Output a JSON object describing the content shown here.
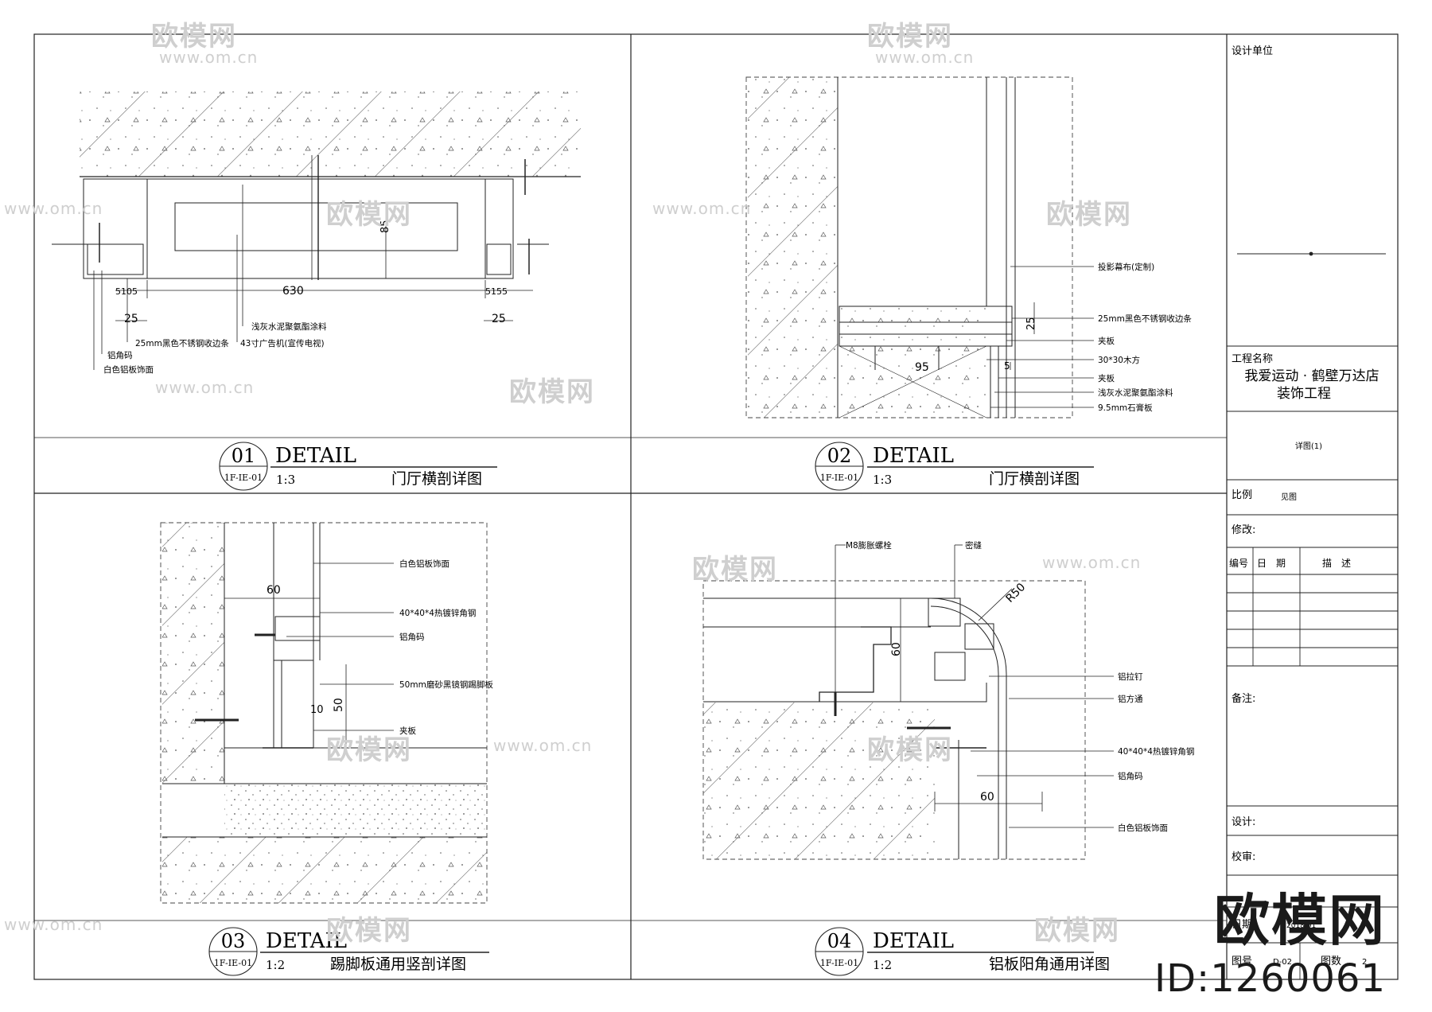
{
  "panels": [
    {
      "num": "01",
      "word": "DETAIL",
      "ref": "1F-IE-01",
      "scale": "1:3",
      "title": "门厅横剖详图"
    },
    {
      "num": "02",
      "word": "DETAIL",
      "ref": "1F-IE-01",
      "scale": "1:3",
      "title": "门厅横剖详图"
    },
    {
      "num": "03",
      "word": "DETAIL",
      "ref": "1F-IE-01",
      "scale": "1:2",
      "title": "踢脚板通用竖剖详图"
    },
    {
      "num": "04",
      "word": "DETAIL",
      "ref": "1F-IE-01",
      "scale": "1:2",
      "title": "铝板阳角通用详图"
    }
  ],
  "detail1": {
    "dims": {
      "d630": "630",
      "d85": "85",
      "d25a": "25",
      "d25b": "25",
      "d_left": "5105",
      "d_right": "5155"
    },
    "labels": [
      "浅灰水泥聚氨酯涂料",
      "43寸广告机(宣传电视)",
      "25mm黑色不锈钢收边条",
      "铝角码",
      "白色铝板饰面"
    ]
  },
  "detail2": {
    "dims": {
      "d25": "25",
      "d95": "95",
      "d5": "5"
    },
    "labels": [
      "投影幕布(定制)",
      "25mm黑色不锈钢收边条",
      "夹板",
      "30*30木方",
      "夹板",
      "浅灰水泥聚氨酯涂料",
      "9.5mm石膏板"
    ]
  },
  "detail3": {
    "dims": {
      "d60": "60",
      "d10": "10",
      "d50": "50"
    },
    "labels": [
      "白色铝板饰面",
      "40*40*4热镀锌角钢",
      "铝角码",
      "50mm磨砂黑镜钢踢脚板",
      "夹板"
    ]
  },
  "detail4": {
    "dims": {
      "d60v": "60",
      "d60h": "60",
      "r50": "R50"
    },
    "labels": [
      "M8膨胀螺栓",
      "密缝",
      "铝拉钉",
      "铝方通",
      "40*40*4热镀锌角钢",
      "铝角码",
      "白色铝板饰面"
    ]
  },
  "titleblock": {
    "design_unit": "设计单位",
    "project_label": "工程名称",
    "project_line1": "我爱运动 · 鹤壁万达店",
    "project_line2": "装饰工程",
    "sheet_name": "详图(1)",
    "scale_label": "比例",
    "scale_value": "见图",
    "revision_label": "修改:",
    "col_no": "编号",
    "col_date": "日　期",
    "col_desc": "描　述",
    "remarks_label": "备注:",
    "design_label": "设计:",
    "check_label": "校审:",
    "date_label": "日期:",
    "date_value": "2018.01",
    "drawing_no_label": "图号",
    "drawing_no_value": "D-02",
    "sheet_count_label": "图数",
    "sheet_count_value": "2"
  },
  "watermark": {
    "logo": "欧模网",
    "url": "www.om.cn",
    "big": "欧模网",
    "id": "ID:1260061"
  }
}
